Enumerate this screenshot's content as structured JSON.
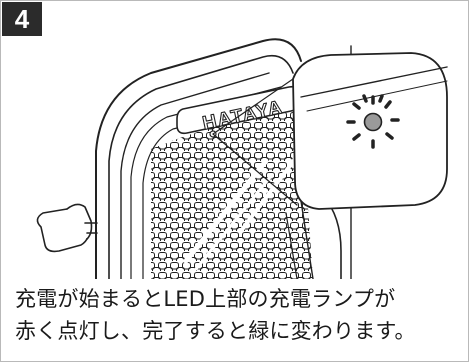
{
  "step": {
    "number": "4"
  },
  "illustration": {
    "brand_label": "HATAYA",
    "indicator": "charge-lamp-lit"
  },
  "caption": {
    "line1": "充電が始まるとLED上部の充電ランプが",
    "line2": "赤く点灯し、完了すると緑に変わります。"
  },
  "colors": {
    "badge_bg": "#2b2b2b",
    "line": "#222222",
    "lamp": "#9a9a9a"
  }
}
